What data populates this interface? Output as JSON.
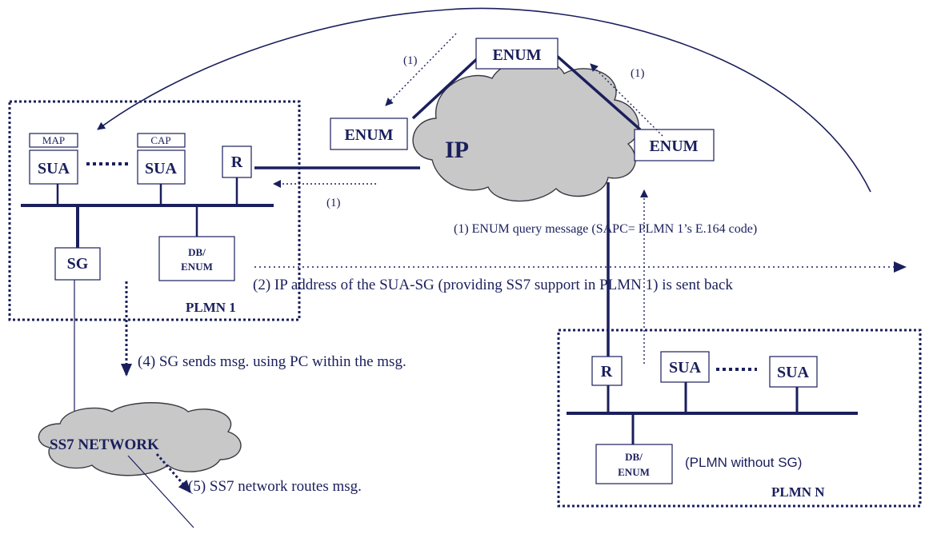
{
  "plmn1": {
    "title": "PLMN 1",
    "map_label": "MAP",
    "cap_label": "CAP",
    "sua_left": "SUA",
    "sua_right": "SUA",
    "dots": "......",
    "router": "R",
    "sg": "SG",
    "db_line1": "DB/",
    "db_line2": "ENUM"
  },
  "ip": {
    "cloud_label": "IP",
    "enum_top": "ENUM",
    "enum_left": "ENUM",
    "enum_right": "ENUM"
  },
  "ss7": {
    "cloud_label": "SS7 NETWORK"
  },
  "plmnN": {
    "title": "PLMN N",
    "router": "R",
    "sua_left": "SUA",
    "sua_right": "SUA",
    "dots": "......",
    "db_line1": "DB/",
    "db_line2": "ENUM",
    "note": "(PLMN without SG)"
  },
  "messages": {
    "step1_top_left": "(1)",
    "step1_top_right": "(1)",
    "step1_to_router": "(1)",
    "step1_caption": "(1)  ENUM query message (SAPC= PLMN 1’s E.164 code)",
    "step2": "(2) IP  address of the SUA-SG (providing SS7    support in PLMN 1) is sent back",
    "step4": "(4) SG sends msg. using PC within the msg.",
    "step5": "(5) SS7 network routes msg."
  },
  "colors": {
    "ink": "#1a1f5c",
    "cloud_fill": "#c8c8c8",
    "cloud_stroke": "#3a3a44"
  }
}
